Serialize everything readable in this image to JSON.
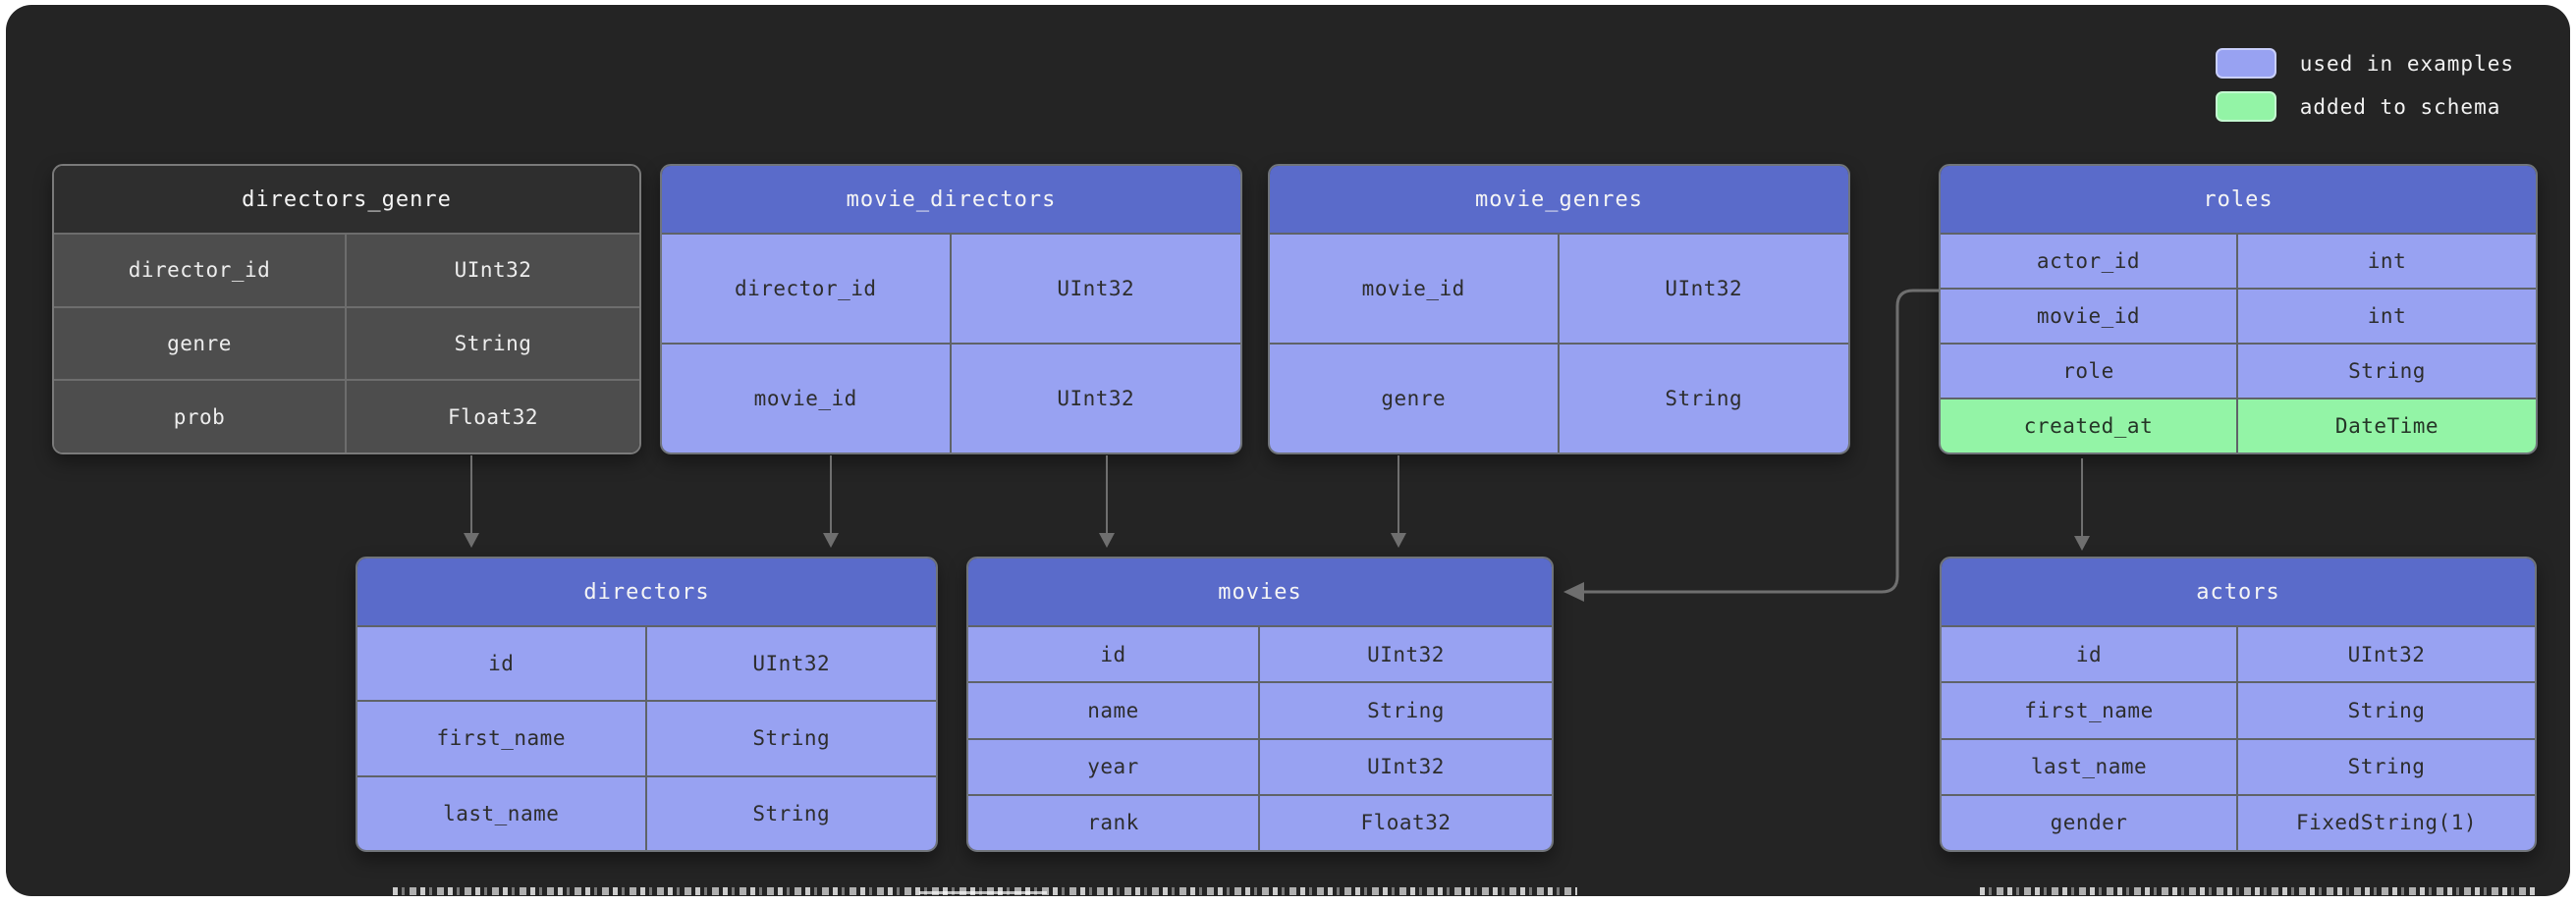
{
  "legend": {
    "items": [
      {
        "label": "used in examples",
        "color": "#98a2f2"
      },
      {
        "label": "added to schema",
        "color": "#93f4a6"
      }
    ]
  },
  "tables": {
    "directors_genre": {
      "title": "directors_genre",
      "variant": "muted",
      "columns": [
        {
          "name": "director_id",
          "type": "UInt32",
          "highlight": "none"
        },
        {
          "name": "genre",
          "type": "String",
          "highlight": "none"
        },
        {
          "name": "prob",
          "type": "Float32",
          "highlight": "none"
        }
      ]
    },
    "movie_directors": {
      "title": "movie_directors",
      "variant": "used",
      "columns": [
        {
          "name": "director_id",
          "type": "UInt32",
          "highlight": "used"
        },
        {
          "name": "movie_id",
          "type": "UInt32",
          "highlight": "used"
        }
      ]
    },
    "movie_genres": {
      "title": "movie_genres",
      "variant": "used",
      "columns": [
        {
          "name": "movie_id",
          "type": "UInt32",
          "highlight": "used"
        },
        {
          "name": "genre",
          "type": "String",
          "highlight": "used"
        }
      ]
    },
    "roles": {
      "title": "roles",
      "variant": "used",
      "columns": [
        {
          "name": "actor_id",
          "type": "int",
          "highlight": "used"
        },
        {
          "name": "movie_id",
          "type": "int",
          "highlight": "used"
        },
        {
          "name": "role",
          "type": "String",
          "highlight": "used"
        },
        {
          "name": "created_at",
          "type": "DateTime",
          "highlight": "schema"
        }
      ]
    },
    "directors": {
      "title": "directors",
      "variant": "used",
      "columns": [
        {
          "name": "id",
          "type": "UInt32",
          "highlight": "used"
        },
        {
          "name": "first_name",
          "type": "String",
          "highlight": "used"
        },
        {
          "name": "last_name",
          "type": "String",
          "highlight": "used"
        }
      ]
    },
    "movies": {
      "title": "movies",
      "variant": "used",
      "columns": [
        {
          "name": "id",
          "type": "UInt32",
          "highlight": "used"
        },
        {
          "name": "name",
          "type": "String",
          "highlight": "used"
        },
        {
          "name": "year",
          "type": "UInt32",
          "highlight": "used"
        },
        {
          "name": "rank",
          "type": "Float32",
          "highlight": "used"
        }
      ]
    },
    "actors": {
      "title": "actors",
      "variant": "used",
      "columns": [
        {
          "name": "id",
          "type": "UInt32",
          "highlight": "used"
        },
        {
          "name": "first_name",
          "type": "String",
          "highlight": "used"
        },
        {
          "name": "last_name",
          "type": "String",
          "highlight": "used"
        },
        {
          "name": "gender",
          "type": "FixedString(1)",
          "highlight": "used"
        }
      ]
    }
  },
  "relationships": [
    {
      "from": "directors_genre",
      "to": "directors"
    },
    {
      "from": "movie_directors",
      "to": "directors"
    },
    {
      "from": "movie_directors",
      "to": "movies"
    },
    {
      "from": "movie_genres",
      "to": "movies"
    },
    {
      "from": "roles",
      "to": "movies"
    },
    {
      "from": "roles",
      "to": "actors"
    }
  ],
  "colors": {
    "background": "#242424",
    "header_blue": "#5a6bca",
    "row_blue": "#98a2f2",
    "row_green": "#93f4a6",
    "muted_header": "#2e2e2e",
    "muted_row": "#4d4d4d",
    "arrow": "#6f6f6f"
  }
}
